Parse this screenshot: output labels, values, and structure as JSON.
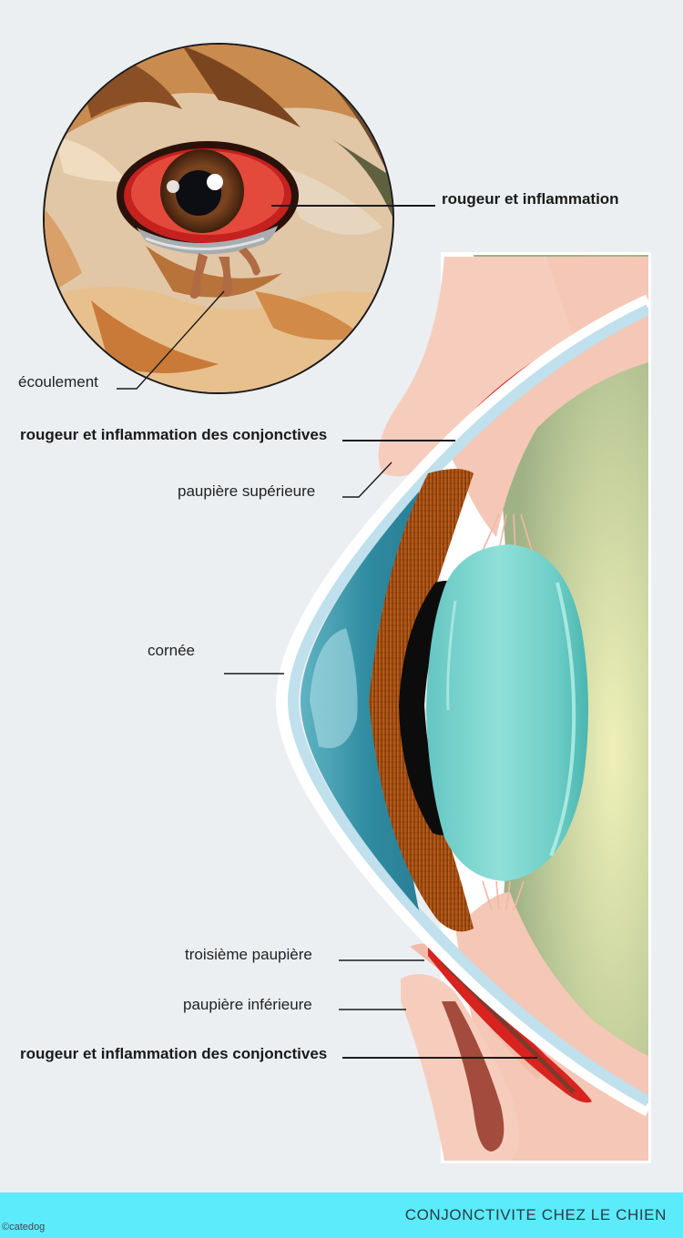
{
  "labels": {
    "redness_eye": "rougeur et inflammation",
    "discharge": "écoulement",
    "redness_upper": "rougeur et inflammation des conjonctives",
    "upper_eyelid": "paupière supérieure",
    "cornea": "cornée",
    "third_eyelid": "troisième paupière",
    "lower_eyelid": "paupière inférieure",
    "redness_lower": "rougeur et inflammation des conjonctives"
  },
  "footer": {
    "title": "CONJONCTIVITE CHEZ LE CHIEN",
    "copyright": "©catedog"
  },
  "colors": {
    "background": "#eceff2",
    "footer_band": "#5cebfb",
    "inflammation_red": "#d8231f",
    "iris_brown": "#a65216",
    "lens_teal": "#79d3cc",
    "eyelid_pink": "#f4c7b6",
    "fundus_green": "#a8b98c"
  }
}
